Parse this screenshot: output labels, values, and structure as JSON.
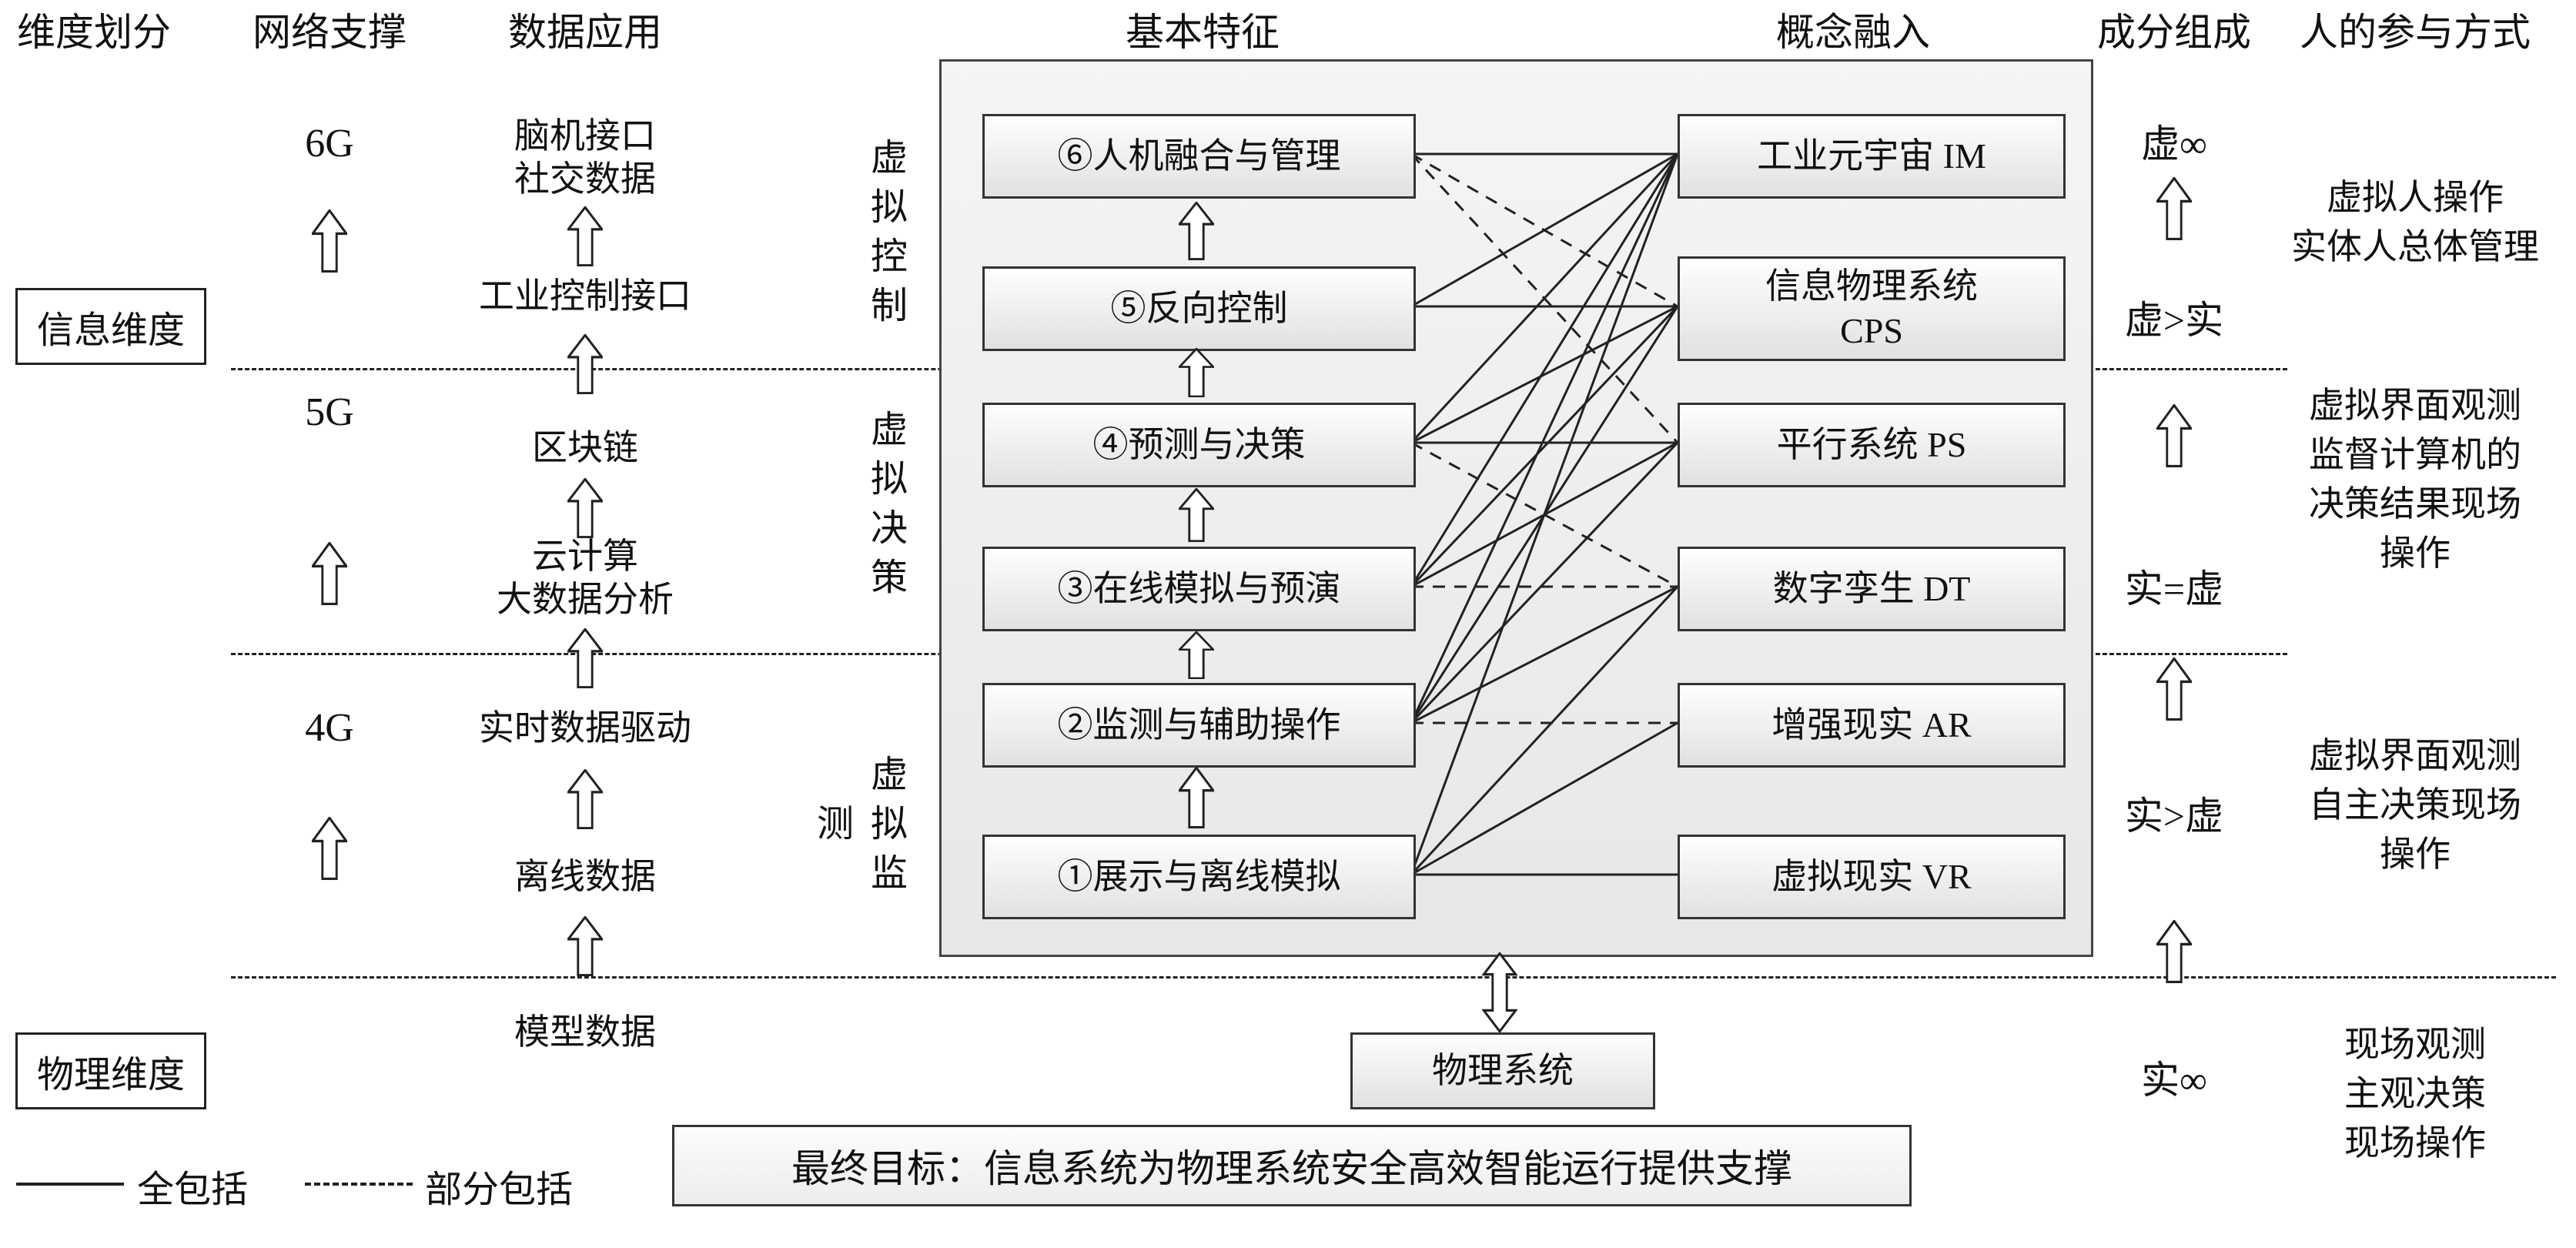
{
  "columns": [
    "维度划分",
    "网络支撑",
    "数据应用",
    "基本特征",
    "概念融入",
    "成分组成",
    "人的参与方式"
  ],
  "dimensions": {
    "information": "信息维度",
    "physical": "物理维度"
  },
  "network": {
    "g6": "6G",
    "g5": "5G",
    "g4": "4G"
  },
  "data_apps": {
    "items": [
      "脑机接口",
      "社交数据",
      "工业控制接口",
      "区块链",
      "云计算",
      "大数据分析",
      "实时数据驱动",
      "离线数据",
      "模型数据"
    ]
  },
  "stage_labels": [
    "虚拟控制",
    "虚拟决策",
    "虚拟监测"
  ],
  "features": [
    {
      "id": "f6",
      "label": "⑥人机融合与管理"
    },
    {
      "id": "f5",
      "label": "⑤反向控制"
    },
    {
      "id": "f4",
      "label": "④预测与决策"
    },
    {
      "id": "f3",
      "label": "③在线模拟与预演"
    },
    {
      "id": "f2",
      "label": "②监测与辅助操作"
    },
    {
      "id": "f1",
      "label": "①展示与离线模拟"
    }
  ],
  "concepts": [
    {
      "id": "IM",
      "l1": "工业元宇宙 IM",
      "l2": ""
    },
    {
      "id": "CPS",
      "l1": "信息物理系统",
      "l2": "CPS"
    },
    {
      "id": "PS",
      "l1": "平行系统 PS",
      "l2": ""
    },
    {
      "id": "DT",
      "l1": "数字孪生 DT",
      "l2": ""
    },
    {
      "id": "AR",
      "l1": "增强现实 AR",
      "l2": ""
    },
    {
      "id": "VR",
      "l1": "虚拟现实 VR",
      "l2": ""
    }
  ],
  "edges": [
    {
      "from": "f6",
      "to": "IM",
      "style": "solid"
    },
    {
      "from": "f6",
      "to": "CPS",
      "style": "dashed"
    },
    {
      "from": "f6",
      "to": "PS",
      "style": "dashed"
    },
    {
      "from": "f5",
      "to": "IM",
      "style": "solid"
    },
    {
      "from": "f5",
      "to": "CPS",
      "style": "solid"
    },
    {
      "from": "f4",
      "to": "IM",
      "style": "solid"
    },
    {
      "from": "f4",
      "to": "CPS",
      "style": "solid"
    },
    {
      "from": "f4",
      "to": "PS",
      "style": "solid"
    },
    {
      "from": "f4",
      "to": "DT",
      "style": "dashed"
    },
    {
      "from": "f3",
      "to": "IM",
      "style": "solid"
    },
    {
      "from": "f3",
      "to": "CPS",
      "style": "solid"
    },
    {
      "from": "f3",
      "to": "PS",
      "style": "solid"
    },
    {
      "from": "f3",
      "to": "DT",
      "style": "dashed"
    },
    {
      "from": "f2",
      "to": "IM",
      "style": "solid"
    },
    {
      "from": "f2",
      "to": "CPS",
      "style": "solid"
    },
    {
      "from": "f2",
      "to": "PS",
      "style": "solid"
    },
    {
      "from": "f2",
      "to": "DT",
      "style": "solid"
    },
    {
      "from": "f2",
      "to": "AR",
      "style": "dashed"
    },
    {
      "from": "f1",
      "to": "IM",
      "style": "solid"
    },
    {
      "from": "f1",
      "to": "DT",
      "style": "solid"
    },
    {
      "from": "f1",
      "to": "AR",
      "style": "solid"
    },
    {
      "from": "f1",
      "to": "VR",
      "style": "solid"
    }
  ],
  "composition": {
    "items": [
      "虚∞",
      "虚>实",
      "实=虚",
      "实>虚",
      "实∞"
    ]
  },
  "participation": {
    "block1": [
      "虚拟人操作",
      "实体人总体管理"
    ],
    "block2": [
      "虚拟界面观测",
      "监督计算机的",
      "决策结果现场",
      "操作"
    ],
    "block3": [
      "虚拟界面观测",
      "自主决策现场",
      "操作"
    ],
    "block4": [
      "现场观测",
      "主观决策",
      "现场操作"
    ]
  },
  "physical_system": "物理系统",
  "goal": "最终目标：信息系统为物理系统安全高效智能运行提供支撑",
  "legend": {
    "solid": "全包括",
    "dashed": "部分包括"
  }
}
